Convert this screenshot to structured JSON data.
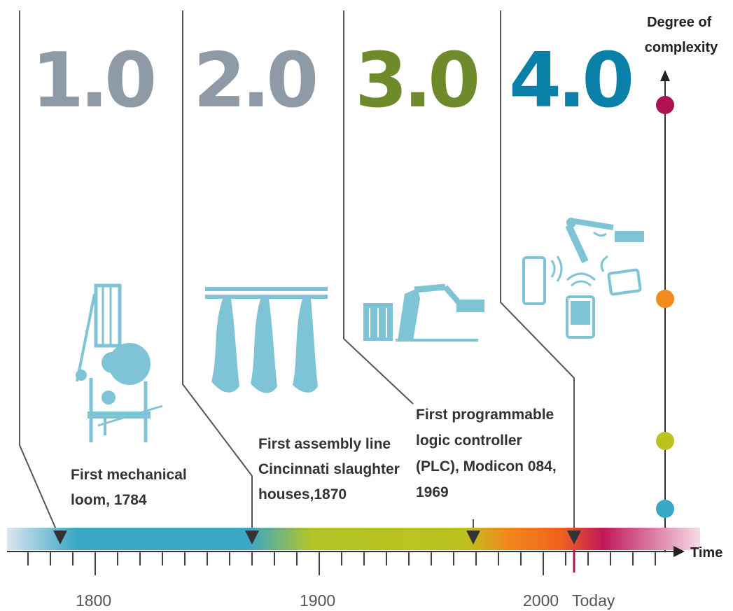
{
  "eras": [
    {
      "label": "1.0",
      "caption_lines": [
        "First mechanical",
        "loom, 1784"
      ],
      "color": "#8e9ba6",
      "icon": "loom-icon"
    },
    {
      "label": "2.0",
      "caption_lines": [
        "First assembly line",
        "Cincinnati slaughter",
        "houses,1870"
      ],
      "color": "#8e9ba6",
      "icon": "assembly-line-icon"
    },
    {
      "label": "3.0",
      "caption_lines": [
        "First programmable",
        "logic controller",
        "(PLC), Modicon 084,",
        "1969"
      ],
      "color": "#6f8a2a",
      "icon": "robot-arm-plc-icon"
    },
    {
      "label": "4.0",
      "caption_lines": [],
      "color": "#0a7fa8",
      "icon": "connected-devices-icon"
    }
  ],
  "y_axis": {
    "title_lines": [
      "Degree of",
      "complexity"
    ],
    "markers": [
      {
        "color": "#b0124f",
        "level": 4
      },
      {
        "color": "#f28a1c",
        "level": 3
      },
      {
        "color": "#bcc31f",
        "level": 2
      },
      {
        "color": "#3aa7c6",
        "level": 1
      }
    ]
  },
  "x_axis": {
    "title": "Time",
    "ticks": [
      "1800",
      "1900",
      "2000"
    ],
    "today_label": "Today",
    "today_color": "#b0124f"
  },
  "timeline_colors": [
    "#d9e6ee",
    "#3aa7c6",
    "#3aa7c6",
    "#bcc31f",
    "#bcc31f",
    "#f28a1c",
    "#b0124f",
    "#f3d0de"
  ],
  "icon_color": "#7fc3d6"
}
